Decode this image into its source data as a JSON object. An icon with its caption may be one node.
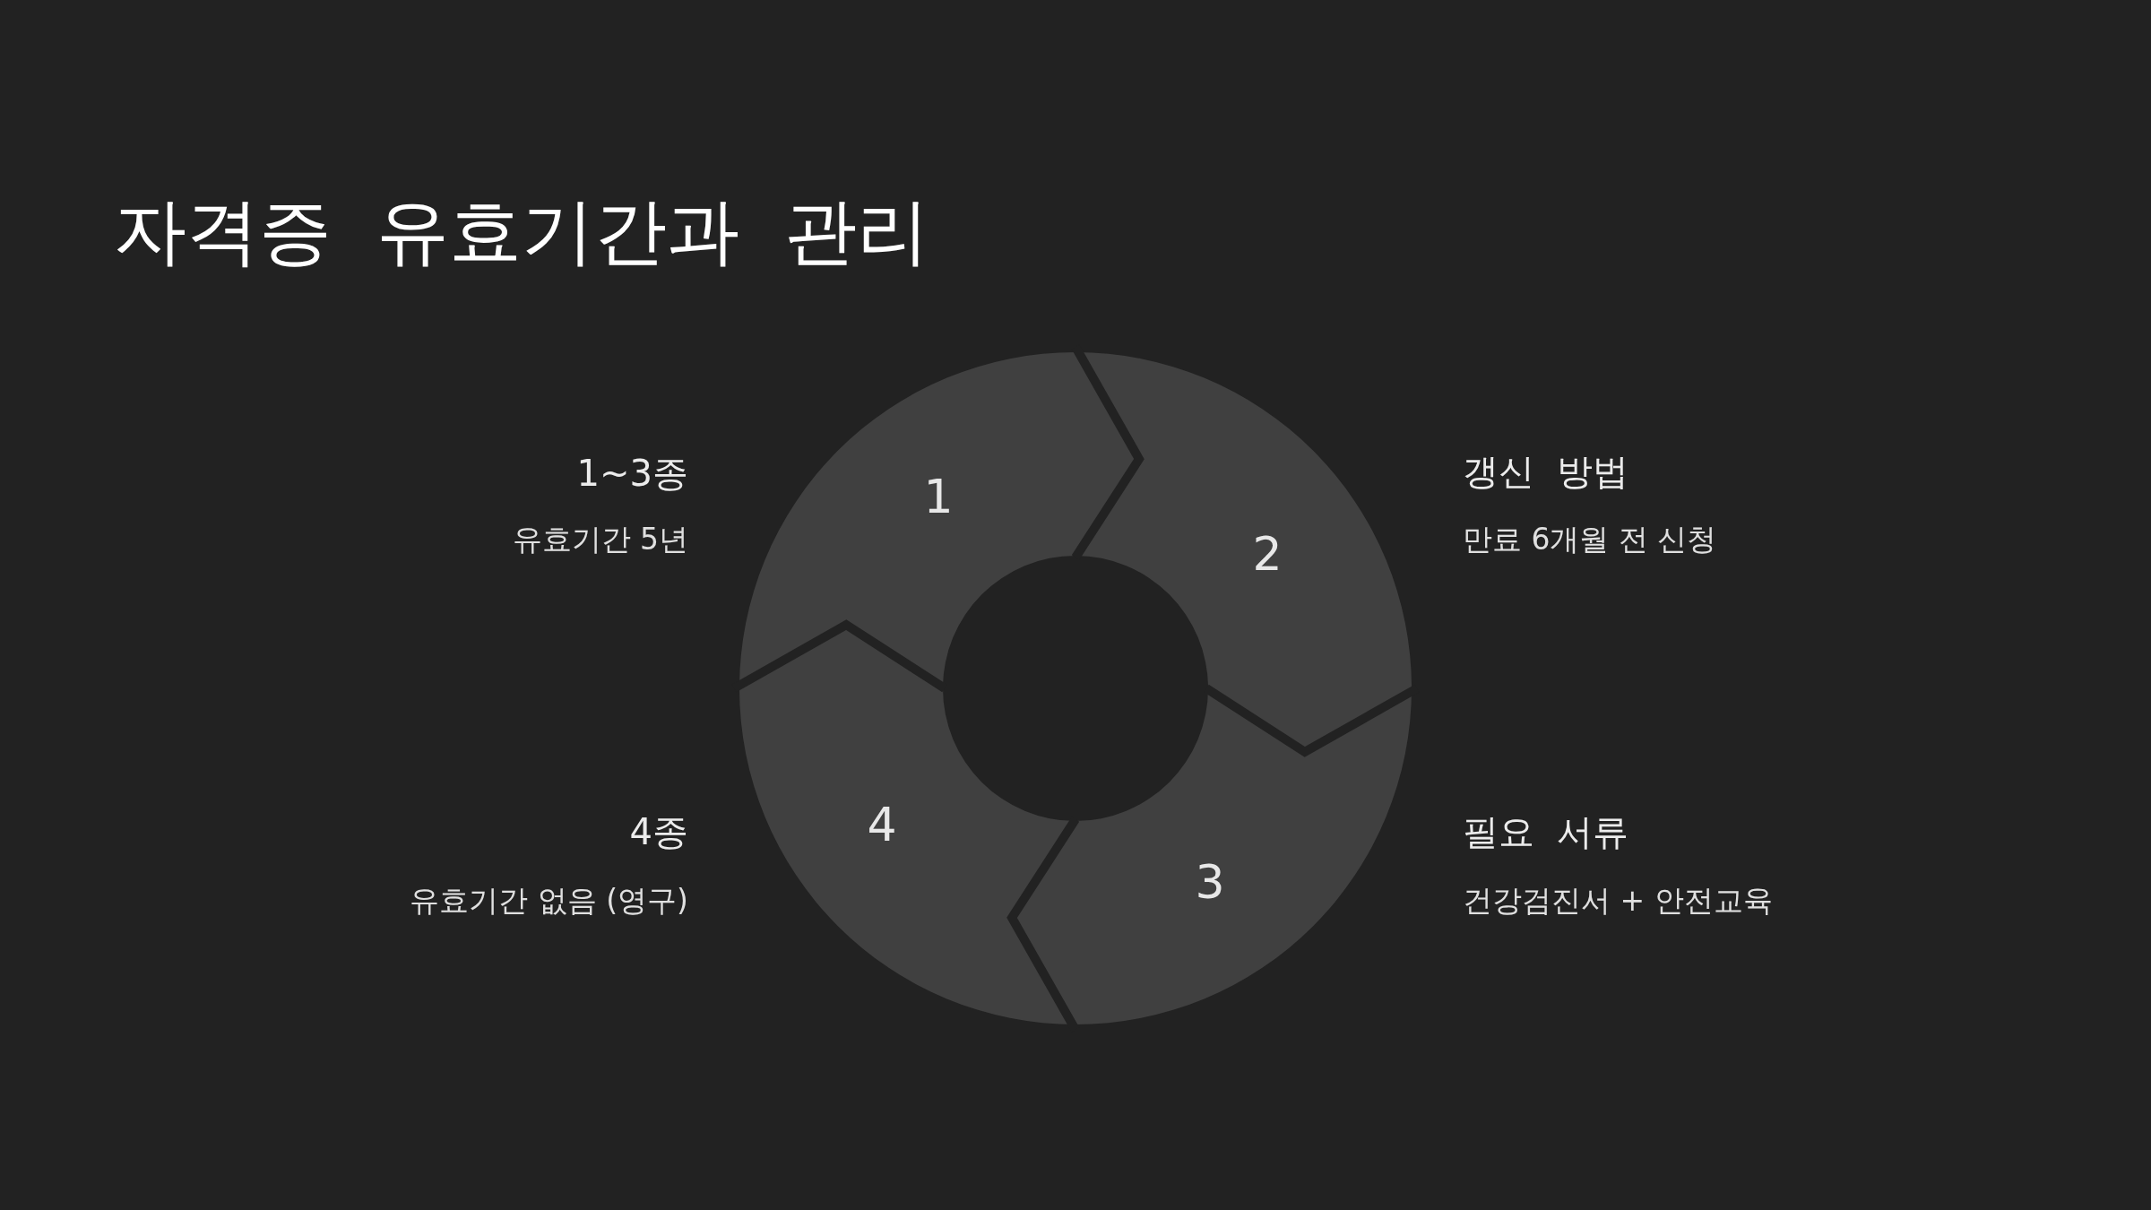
{
  "diagram": {
    "title": "자격증 유효기간과 관리",
    "nodes": [
      {
        "text": [
          "1"
        ],
        "beside": [
          "1~3종",
          "유효기간 5년"
        ]
      },
      {
        "text": [
          "2"
        ],
        "beside": [
          "갱신 방법",
          "만료 6개월 전 신청"
        ]
      },
      {
        "text": [
          "3"
        ],
        "beside": [
          "필요 서류",
          "건강검진서 + 안전교육"
        ]
      },
      {
        "text": [
          "4"
        ],
        "beside": [
          "4종",
          "유효기간 없음 (영구)"
        ]
      }
    ]
  }
}
